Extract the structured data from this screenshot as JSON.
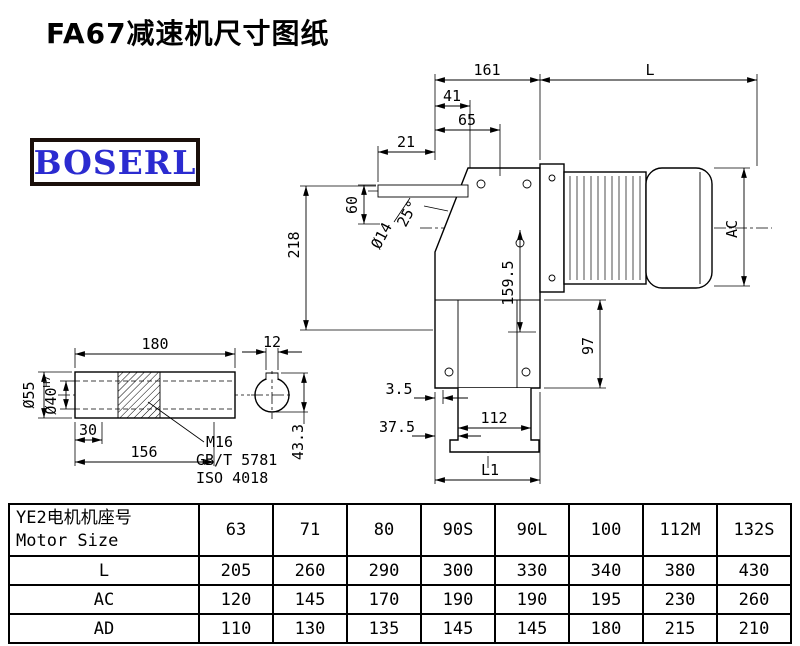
{
  "page": {
    "title": "FA67减速机尺寸图纸",
    "logo_text": "BOSERL"
  },
  "main_drawing": {
    "dim_161": "161",
    "dim_L": "L",
    "dim_41": "41",
    "dim_65": "65",
    "dim_21": "21",
    "dim_60": "60",
    "dim_dia14": "Ø14",
    "dim_angle": "25°",
    "dim_218": "218",
    "dim_159_5": "159.5",
    "dim_AC": "AC",
    "dim_97": "97",
    "dim_3_5": "3.5",
    "dim_37_5": "37.5",
    "dim_112": "112",
    "dim_L1": "L1"
  },
  "shaft_detail": {
    "dim_180": "180",
    "dim_12": "12",
    "dim_dia55": "Ø55",
    "dim_dia40": "Ø40",
    "dim_dia40_tol": "H7",
    "dim_30": "30",
    "dim_156": "156",
    "thread_label": "M16",
    "standard_1": "GB/T 5781",
    "standard_2": "ISO 4018",
    "dim_43_3": "43.3"
  },
  "table": {
    "header": {
      "line1": "YE2电机机座号",
      "line2": "Motor Size"
    },
    "motor_sizes": [
      "63",
      "71",
      "80",
      "90S",
      "90L",
      "100",
      "112M",
      "132S"
    ],
    "rows": [
      {
        "label": "L",
        "values": [
          "205",
          "260",
          "290",
          "300",
          "330",
          "340",
          "380",
          "430"
        ]
      },
      {
        "label": "AC",
        "values": [
          "120",
          "145",
          "170",
          "190",
          "190",
          "195",
          "230",
          "260"
        ]
      },
      {
        "label": "AD",
        "values": [
          "110",
          "130",
          "135",
          "145",
          "145",
          "180",
          "215",
          "210"
        ]
      }
    ]
  }
}
